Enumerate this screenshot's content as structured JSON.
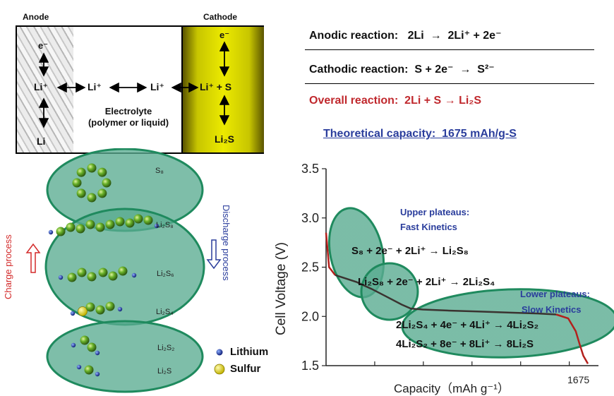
{
  "cell": {
    "anode_label": "Anode",
    "cathode_label": "Cathode",
    "electron_anode": "e⁻",
    "electron_cathode": "e⁻",
    "li_ion_anode": "Li⁺",
    "li_ion_mid_left": "Li⁺",
    "li_ion_mid_right": "Li⁺",
    "li_ion_plus_s": "Li⁺ + S",
    "li_metal": "Li",
    "li2s_product": "Li₂S",
    "electrolyte_line1": "Electrolyte",
    "electrolyte_line2": "(polymer or liquid)",
    "colors": {
      "cathode": "#e3e000",
      "ellipse": "#5aac91",
      "ellipse_border": "#1f8a5e"
    }
  },
  "reactions": {
    "anodic": "Anodic reaction:   2Li  →  2Li⁺ + 2e⁻",
    "cathodic": "Cathodic reaction:  S + 2e⁻  →  S²⁻",
    "overall": "Overall reaction:  2Li + S → Li₂S",
    "capacity": "Theoretical capacity:  1675 mAh/g-S"
  },
  "process": {
    "charge": "Charge process",
    "discharge": "Discharge process",
    "species": [
      "S₈",
      "Li₂S₈",
      "Li₂S₆",
      "Li₂S₄",
      "Li₂S₂",
      "Li₂S"
    ],
    "legend": {
      "lithium": "Lithium",
      "sulfur": "Sulfur"
    }
  },
  "annotations": {
    "upper_plateau": "Upper plateaus:",
    "upper_kinetics": "Fast Kinetics",
    "lower_plateau": "Lower plateaus:",
    "lower_kinetics": "Slow Kinetics",
    "eq1": "S₈ + 2e⁻ + 2Li⁺ → Li₂S₈",
    "eq2": "Li₂S₈ + 2e⁻ + 2Li⁺ → 2Li₂S₄",
    "eq3": "2Li₂S₄ + 4e⁻ + 4Li⁺ → 4Li₂S₂",
    "eq4": "4Li₂S₂ + 8e⁻ + 8Li⁺ → 8Li₂S"
  },
  "chart_data": {
    "type": "line",
    "xlabel": "Capacity（mAh g⁻¹）",
    "ylabel": "Cell Voltage (V)",
    "x_tick_label": "1675",
    "ylim": [
      1.5,
      3.5
    ],
    "xlim": [
      0,
      1800
    ],
    "yticks": [
      "1.5",
      "2.0",
      "2.5",
      "3.0",
      "3.5"
    ],
    "series": [
      {
        "x": [
          0,
          20,
          60,
          120,
          200,
          300,
          400,
          500,
          560,
          640,
          800,
          1000,
          1200,
          1400,
          1520,
          1600,
          1650,
          1675,
          1700,
          1730
        ],
        "y": [
          2.85,
          2.5,
          2.42,
          2.39,
          2.35,
          2.28,
          2.2,
          2.12,
          2.08,
          2.07,
          2.06,
          2.05,
          2.04,
          2.03,
          2.02,
          1.98,
          1.85,
          1.72,
          1.6,
          1.52
        ],
        "colors": {
          "main": "#3a3330",
          "ends": "#b3201c"
        }
      }
    ]
  }
}
